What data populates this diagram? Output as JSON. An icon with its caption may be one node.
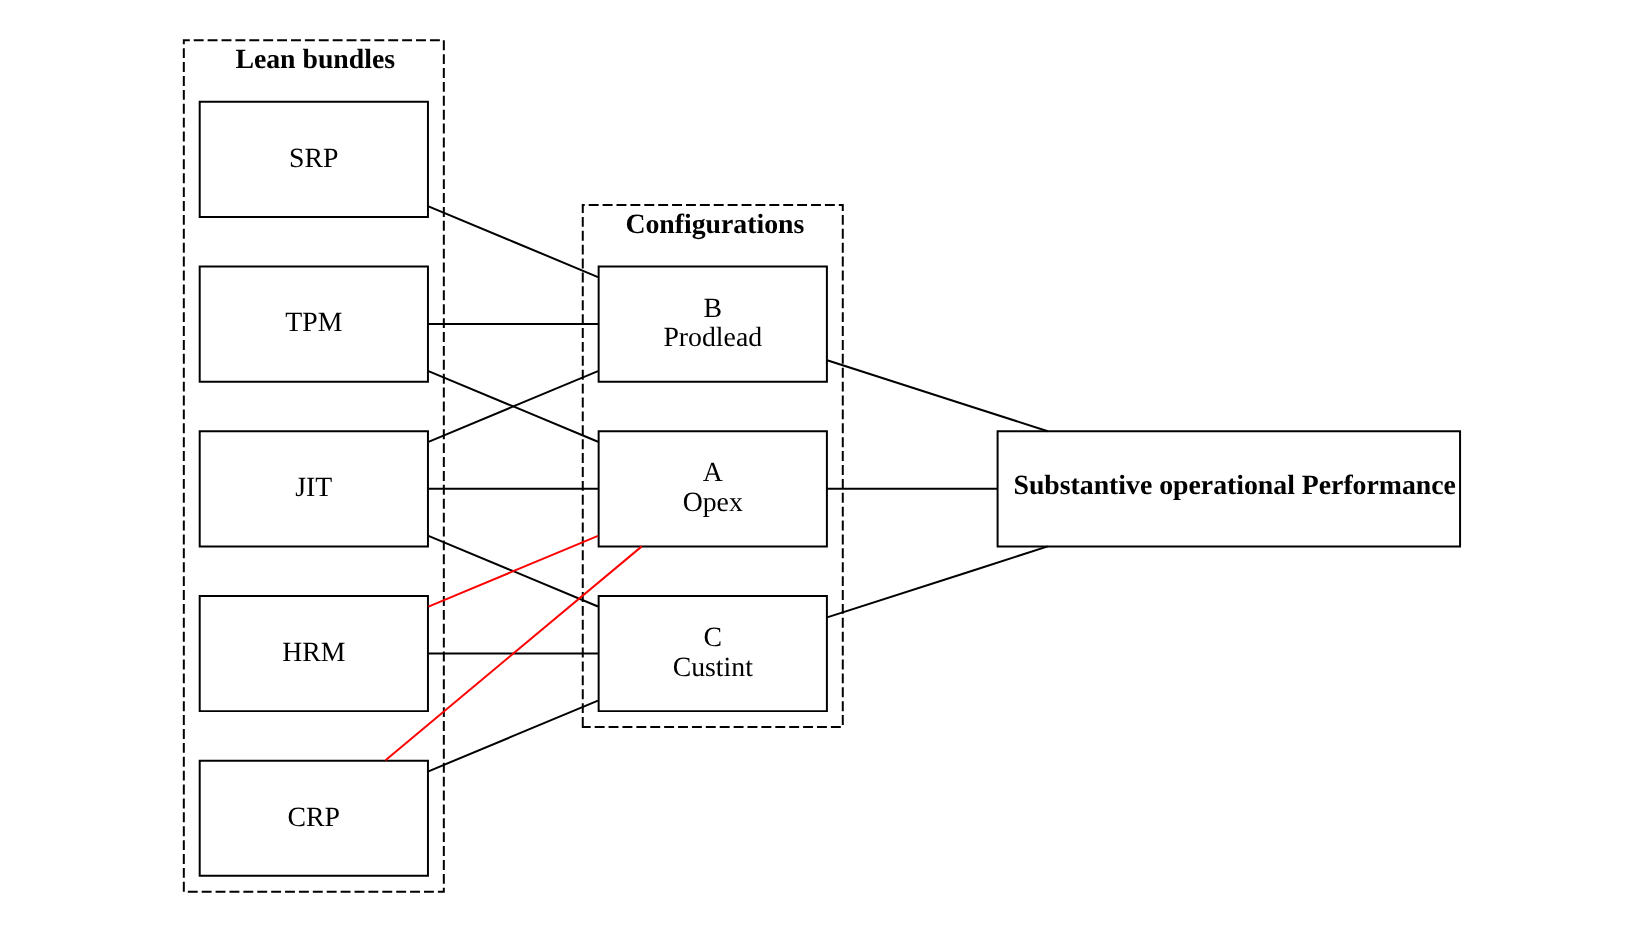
{
  "diagram": {
    "nodes": [
      {
        "text": [
          "Lean bundles"
        ]
      },
      {
        "text": [
          "TPM"
        ],
        "in": 0
      },
      {
        "text": [
          "JIT"
        ],
        "in": 0
      },
      {
        "text": [
          "SRP"
        ],
        "in": 0
      },
      {
        "text": [
          "HRM"
        ],
        "in": 0
      },
      {
        "text": [
          "CRP"
        ],
        "in": 0
      },
      {
        "text": [
          "Configurations"
        ]
      },
      {
        "text": [
          "A",
          "Opex"
        ],
        "in": 6
      },
      {
        "text": [
          "B",
          "Prodlead"
        ],
        "in": 6
      },
      {
        "text": [
          "C",
          "Custint"
        ],
        "in": 6
      },
      {
        "text": [
          "Substantive operational Performance"
        ]
      }
    ],
    "edges": [
      {
        "from": 1,
        "to": 7,
        "arrow": "none"
      },
      {
        "from": 1,
        "to": 8,
        "arrow": "none"
      },
      {
        "from": 2,
        "to": 7,
        "arrow": "none"
      },
      {
        "from": 2,
        "to": 8,
        "arrow": "none"
      },
      {
        "from": 2,
        "to": 9,
        "arrow": "none"
      },
      {
        "from": 3,
        "to": 8,
        "arrow": "none"
      },
      {
        "from": 4,
        "to": 7,
        "arrow": "none",
        "color": "#ff0000"
      },
      {
        "from": 4,
        "to": 9,
        "arrow": "none"
      },
      {
        "from": 5,
        "to": 7,
        "arrow": "none",
        "color": "#ff0000"
      },
      {
        "from": 5,
        "to": 9,
        "arrow": "none"
      },
      {
        "from": 7,
        "to": 10,
        "arrow": "none"
      },
      {
        "from": 8,
        "to": 10,
        "arrow": "none"
      },
      {
        "from": 9,
        "to": 10,
        "arrow": "none"
      }
    ]
  }
}
